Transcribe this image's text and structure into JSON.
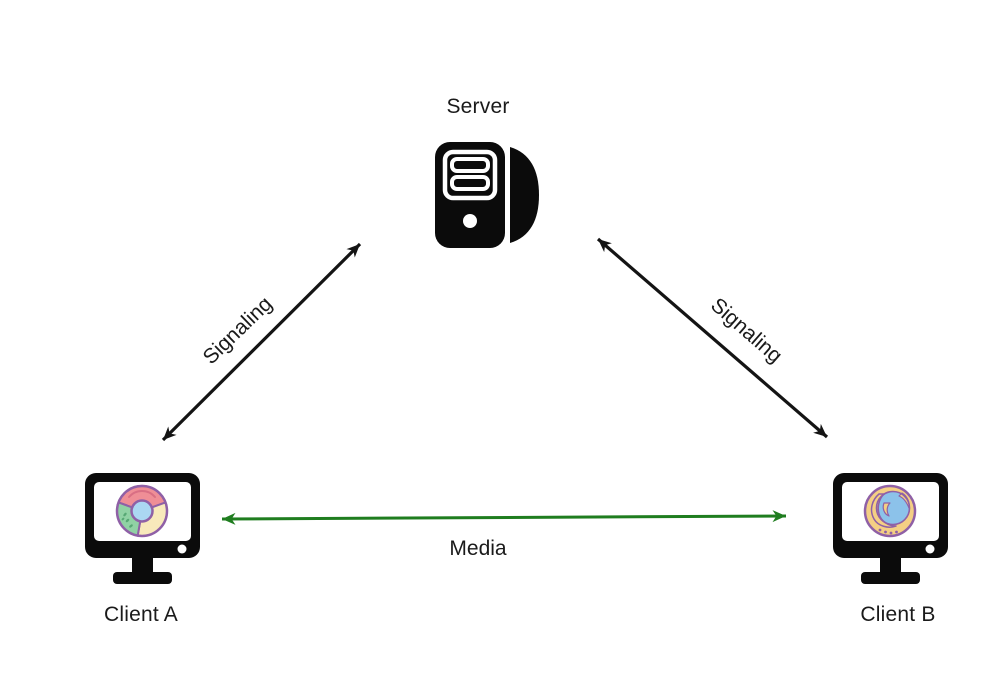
{
  "diagram": {
    "type": "network-topology",
    "background": "#ffffff",
    "nodes": {
      "server": {
        "label": "Server",
        "icon": "server-tower-icon"
      },
      "client_a": {
        "label": "Client A",
        "icon": "monitor-chrome-browser-icon"
      },
      "client_b": {
        "label": "Client B",
        "icon": "monitor-firefox-browser-icon"
      }
    },
    "edges": [
      {
        "id": "signaling-left",
        "label": "Signaling",
        "from": "client_a",
        "to": "server",
        "style": "double-arrow",
        "color": "#141414"
      },
      {
        "id": "signaling-right",
        "label": "Signaling",
        "from": "client_b",
        "to": "server",
        "style": "double-arrow",
        "color": "#141414"
      },
      {
        "id": "media",
        "label": "Media",
        "from": "client_a",
        "to": "client_b",
        "style": "double-arrow",
        "color": "#1f7d1f"
      }
    ],
    "colors": {
      "text": "#1a1a1a",
      "icon_black": "#0b0b0b",
      "signaling_arrow": "#141414",
      "media_arrow": "#1f7d1f",
      "chrome_pink": "#ef8e96",
      "chrome_green": "#90d2a4",
      "chrome_cream": "#f8e9bb",
      "chrome_blue": "#abd7f2",
      "logo_purple_outline": "#8f60a6",
      "firefox_yellow": "#f4cf84",
      "firefox_blue": "#8cc2ea"
    }
  }
}
